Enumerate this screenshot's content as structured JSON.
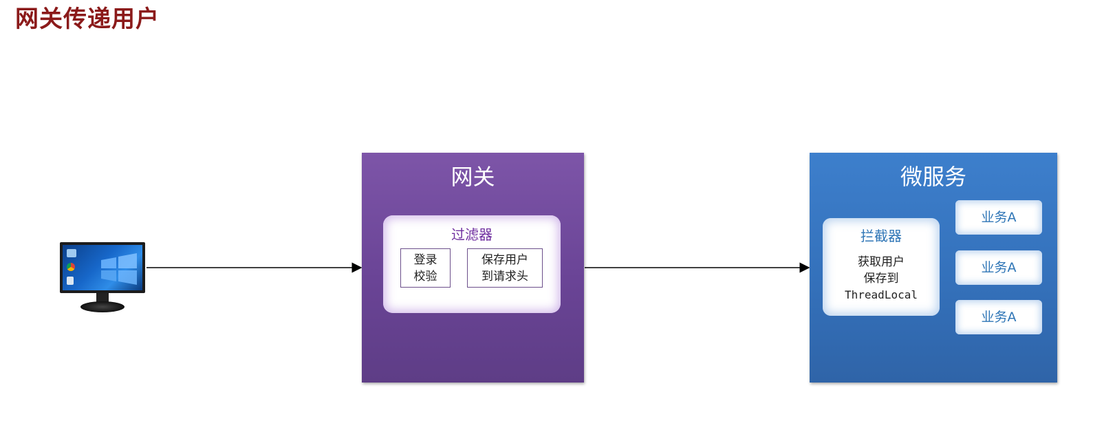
{
  "title": "网关传递用户",
  "client": {
    "icon": "computer-monitor-icon"
  },
  "gateway": {
    "title": "网关",
    "filter": {
      "title": "过滤器",
      "steps": [
        {
          "line1": "登录",
          "line2": "校验"
        },
        {
          "line1": "保存用户",
          "line2": "到请求头"
        }
      ]
    }
  },
  "microservice": {
    "title": "微服务",
    "interceptor": {
      "title": "拦截器",
      "lines": [
        "获取用户",
        "保存到",
        "ThreadLocal"
      ]
    },
    "services": [
      "业务A",
      "业务A",
      "业务A"
    ]
  },
  "colors": {
    "title": "#8b1a1a",
    "gateway": "#6a4496",
    "microservice": "#3471bb",
    "filter_text": "#7030a0",
    "service_text": "#2e75b6"
  }
}
